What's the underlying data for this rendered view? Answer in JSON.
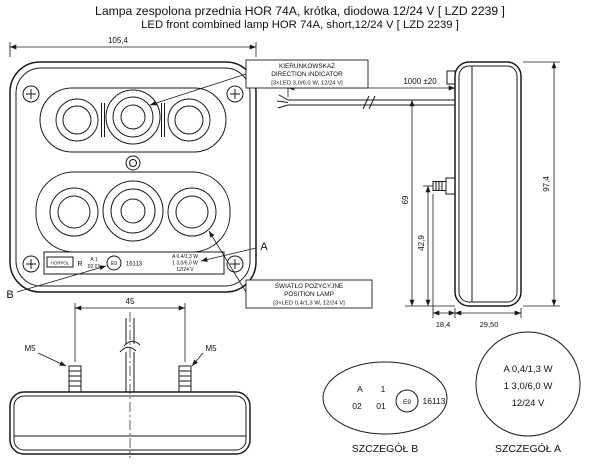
{
  "title": {
    "line1": "Lampa zespolona przednia HOR 74A, krótka, diodowa 12/24 V [ LZD 2239 ]",
    "line2": "LED front combined lamp HOR 74A, short,12/24 V [ LZD 2239 ]"
  },
  "front_view": {
    "width_dim": "105,4",
    "pointer_a": "A",
    "pointer_b": "B",
    "strip": {
      "logo": "HORPOL",
      "r_mark": "R",
      "mark_row1": "A 1",
      "mark_row2": "02 01",
      "e_mark": "E9",
      "e_number": "16113",
      "rating1": "A 0,4/1,3 W",
      "rating2": "1 3,0/6,0 W",
      "rating3": "12/24 V"
    }
  },
  "callout_direction": {
    "line1": "KIERUNKOWSKAZ",
    "line2": "DIRECTION INDICATOR",
    "line3": "[3×LED 3,0/6,0 W, 12/24 V]"
  },
  "callout_position": {
    "line1": "ŚWIATŁO POZYCYJNE",
    "line2": "POSITION LAMP",
    "line3": "[3×LED 0,4/1,3 W, 12/24 V]"
  },
  "side_view": {
    "cable_dim": "1000 ±20",
    "height_dim": "97,4",
    "dim_69": "69",
    "dim_42_9": "42,9",
    "dim_18_4": "18,4",
    "dim_29_50": "29,50"
  },
  "bottom_view": {
    "spacing_dim": "45",
    "stud_left": "M5",
    "stud_right": "M5"
  },
  "detail_b": {
    "caption": "SZCZEGÓŁ B",
    "row1_left": "A",
    "row1_right": "1",
    "row2_left": "02",
    "row2_right": "01",
    "e_mark": "E9",
    "number": "16113"
  },
  "detail_a": {
    "caption": "SZCZEGÓŁ A",
    "line1": "A   0,4/1,3 W",
    "line2": "1   3,0/6,0 W",
    "line3": "12/24 V"
  }
}
